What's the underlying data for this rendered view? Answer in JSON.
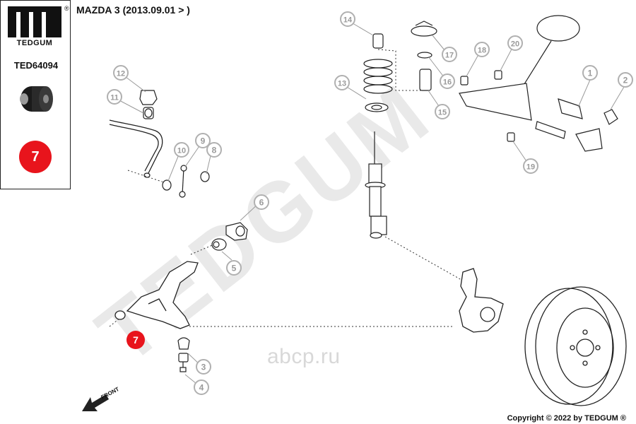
{
  "brand": {
    "logo_text": "TEDGUM",
    "registered_mark": "®",
    "part_number": "TED64094"
  },
  "header": {
    "title": "MAZDA 3 (2013.09.01 > )"
  },
  "highlight": {
    "number": "7",
    "color": "#e8141c"
  },
  "callouts": [
    {
      "id": "1"
    },
    {
      "id": "2"
    },
    {
      "id": "3"
    },
    {
      "id": "4"
    },
    {
      "id": "5"
    },
    {
      "id": "6"
    },
    {
      "id": "7"
    },
    {
      "id": "8"
    },
    {
      "id": "9"
    },
    {
      "id": "10"
    },
    {
      "id": "11"
    },
    {
      "id": "12"
    },
    {
      "id": "13"
    },
    {
      "id": "14"
    },
    {
      "id": "15"
    },
    {
      "id": "16"
    },
    {
      "id": "17"
    },
    {
      "id": "18"
    },
    {
      "id": "19"
    },
    {
      "id": "20"
    }
  ],
  "watermark": {
    "big_text": "TEDGUM",
    "site_text": "аbcp.ru"
  },
  "front_label": "FRONT",
  "footer": {
    "copyright": "Copyright © 2022 by TEDGUM ®"
  },
  "colors": {
    "badge_outline": "#b0b0b0",
    "badge_text": "#9a9a9a",
    "line": "#222222",
    "watermark": "#e6e6e6"
  }
}
